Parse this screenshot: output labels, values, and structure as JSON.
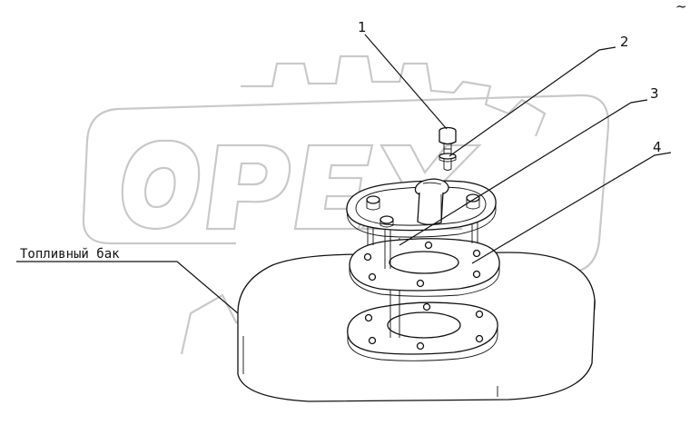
{
  "watermark": {
    "text": "OPEX"
  },
  "label": {
    "text": "Топливный бак"
  },
  "callouts": [
    {
      "id": "1",
      "text": "1"
    },
    {
      "id": "2",
      "text": "2"
    },
    {
      "id": "3",
      "text": "3"
    },
    {
      "id": "4",
      "text": "4"
    }
  ],
  "corner_mark": {
    "text": "~"
  }
}
